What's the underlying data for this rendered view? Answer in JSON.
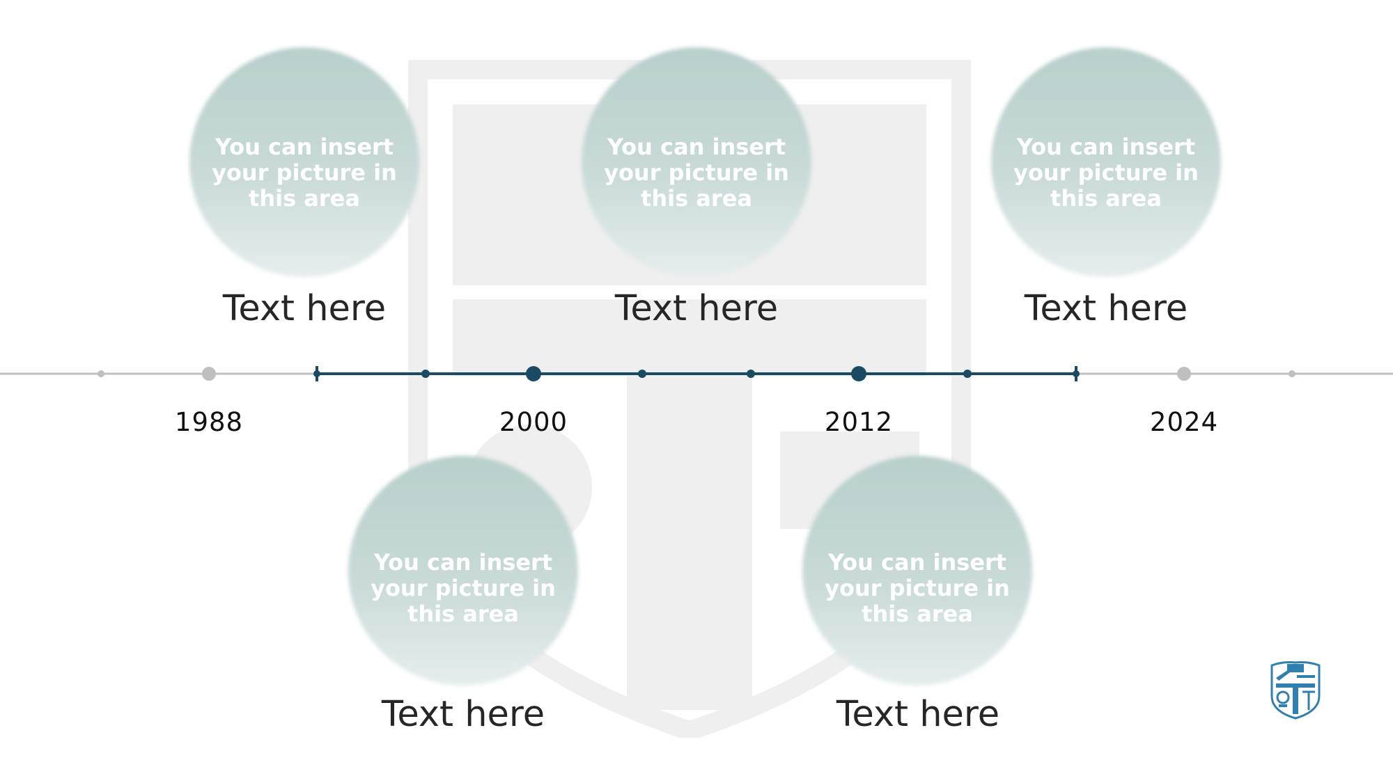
{
  "slide": {
    "placeholders": [
      {
        "text": "You can insert your picture in this area",
        "caption": "Text here"
      },
      {
        "text": "You can insert your picture in this area",
        "caption": "Text here"
      },
      {
        "text": "You can insert your picture in this area",
        "caption": "Text here"
      },
      {
        "text": "You can insert your picture in this area",
        "caption": "Text here"
      },
      {
        "text": "You can insert your picture in this area",
        "caption": "Text here"
      }
    ],
    "timeline": {
      "years": [
        "1988",
        "2000",
        "2012",
        "2024"
      ],
      "highlight_start_year": 1992,
      "highlight_end_year": 2020
    },
    "colors": {
      "accent": "#1b4a63",
      "inactive": "#bfbfbf",
      "photo_fill": "#c3d5d3",
      "caption_text": "#262626"
    }
  }
}
